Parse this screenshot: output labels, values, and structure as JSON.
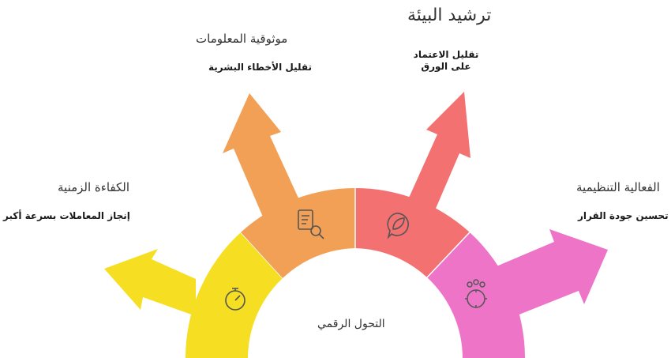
{
  "center_label": "التحول الرقمي",
  "segments": [
    {
      "title": "الكفاءة الزمنية",
      "subtitle": "إنجاز المعاملات بسرعة أكبر",
      "color": "#f6df22",
      "icon": "stopwatch-icon"
    },
    {
      "title": "موثوقية المعلومات",
      "subtitle": "تقليل الأخطاء البشرية",
      "color": "#f2a055",
      "icon": "document-search-icon"
    },
    {
      "title": "ترشيد البيئة",
      "subtitle": "تقليل الاعتماد على الورق",
      "color": "#f47171",
      "icon": "leaf-chat-icon"
    },
    {
      "title": "الفعالية التنظيمية",
      "subtitle": "تحسين جودة القرار",
      "color": "#ee74c8",
      "icon": "team-gear-icon"
    }
  ]
}
